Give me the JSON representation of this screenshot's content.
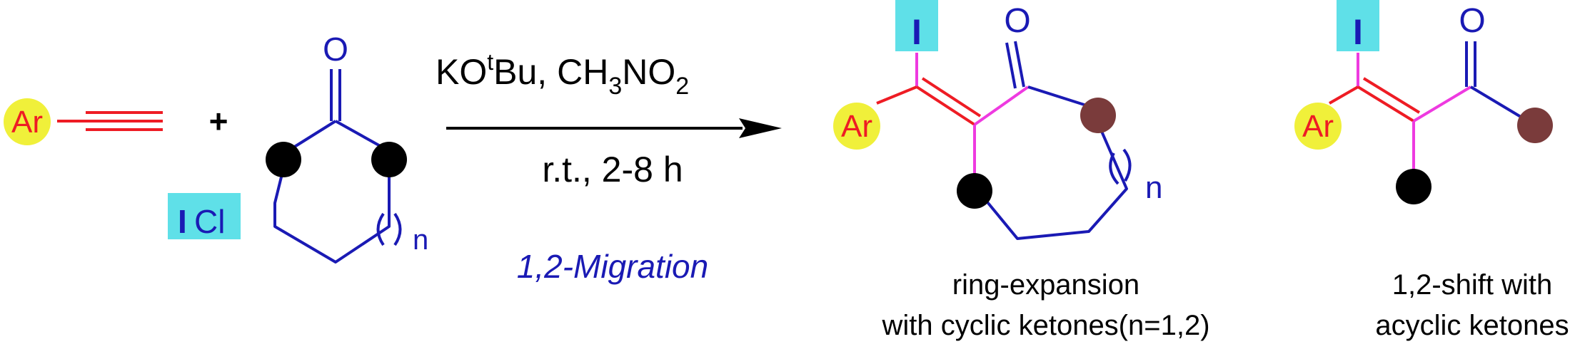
{
  "reactants": {
    "ar_label": "Ar",
    "plus": "+",
    "reagent_icl": {
      "i": "I",
      "cl": "Cl"
    },
    "ketone_o": "O",
    "ketone_n": "n"
  },
  "arrow": {
    "reagents_top_prefix": "KO",
    "reagents_top_sup": "t",
    "reagents_top_mid": "Bu, CH",
    "reagents_top_sub1": "3",
    "reagents_top_mid2": "NO",
    "reagents_top_sub2": "2",
    "conditions": "r.t., 2-8 h",
    "migration": "1,2-Migration"
  },
  "product1": {
    "i_label": "I",
    "ar_label": "Ar",
    "o_label": "O",
    "n_label": "n",
    "caption_line1": "ring-expansion",
    "caption_line2": "with cyclic ketones(n=1,2)"
  },
  "product2": {
    "i_label": "I",
    "ar_label": "Ar",
    "o_label": "O",
    "caption_line1": "1,2-shift with",
    "caption_line2": "acyclic ketones"
  },
  "colors": {
    "red": "#ee1c24",
    "blue": "#1a1ab4",
    "magenta": "#ee3ae0",
    "yellow": "#f0f03a",
    "cyan": "#5fe0e8",
    "black": "#000000",
    "brown": "#7a3b3b"
  }
}
